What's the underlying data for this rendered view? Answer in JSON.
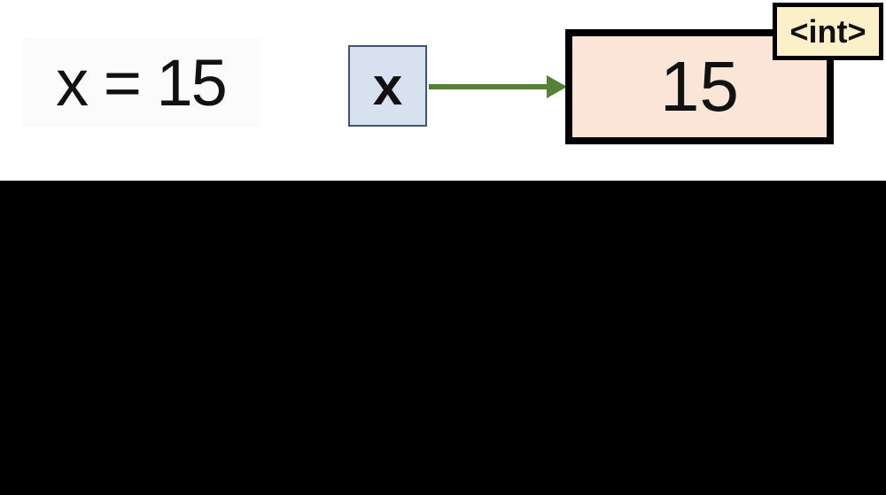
{
  "code": {
    "text": "x = 15"
  },
  "variable": {
    "name": "x"
  },
  "value": {
    "number": "15",
    "type_tag": "<int>"
  },
  "colors": {
    "code-bg": "#fafbfa",
    "var-fill": "#d8e1f0",
    "var-border": "#3d5475",
    "value-fill": "#fbe5d6",
    "tag-fill": "#fbf0c7",
    "box-border": "#000000",
    "arrow": "#538135",
    "band": "#000000",
    "text": "#111111"
  }
}
